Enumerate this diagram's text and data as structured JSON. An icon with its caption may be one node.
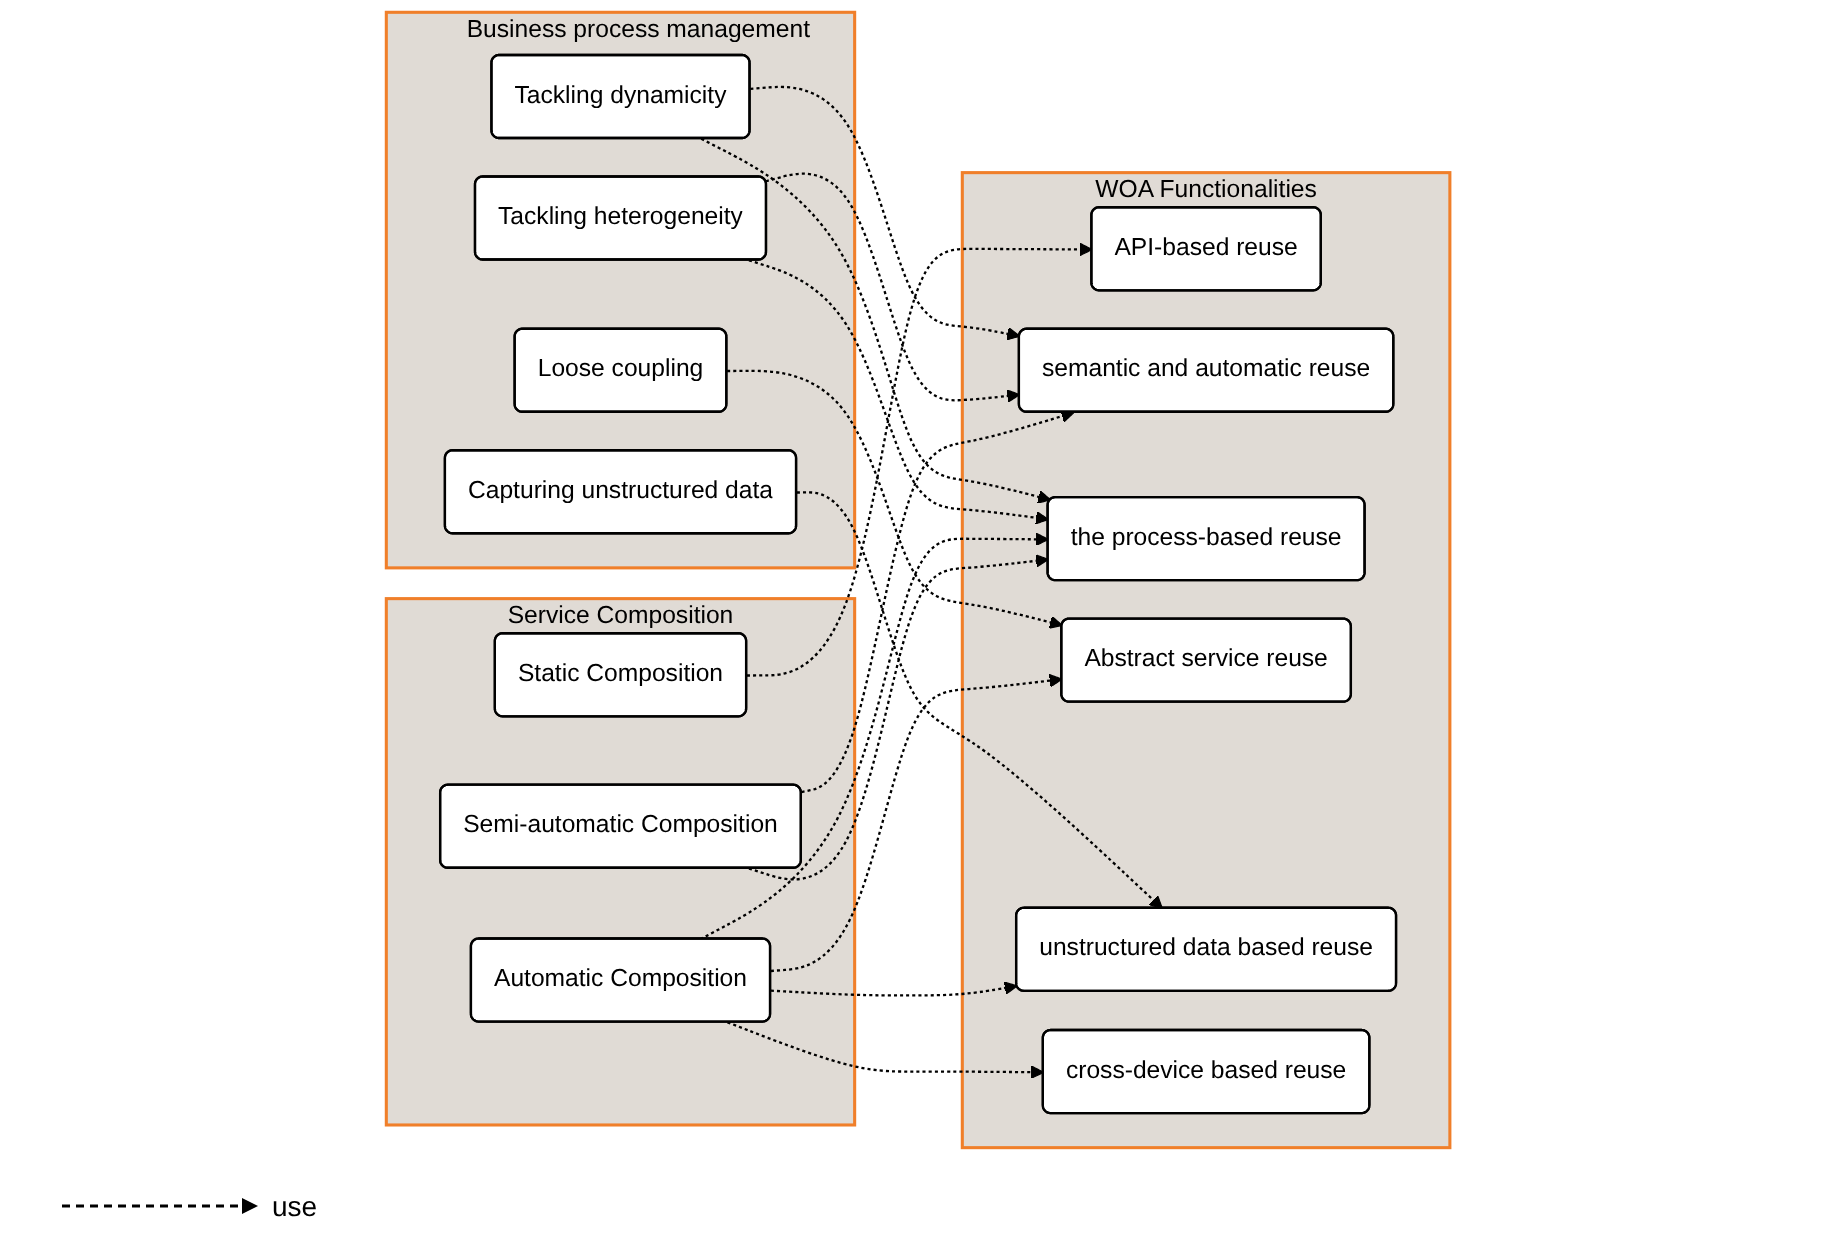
{
  "diagram": {
    "nodes": [
      {
        "text": [
          "Service Composition"
        ]
      },
      {
        "text": [
          "Static Composition"
        ],
        "in": 0
      },
      {
        "text": [
          "Semi-automatic Composition"
        ],
        "in": 0
      },
      {
        "text": [
          "Automatic Composition"
        ],
        "in": 0
      },
      {
        "text": [
          "WOA Functionalities"
        ]
      },
      {
        "text": [
          "API-based reuse"
        ],
        "in": 4
      },
      {
        "text": [
          "semantic and automatic reuse"
        ],
        "in": 4
      },
      {
        "text": [
          "the process-based reuse"
        ],
        "in": 4
      },
      {
        "text": [
          "Abstract service reuse"
        ],
        "in": 4
      },
      {
        "text": [
          "unstructured data based reuse"
        ],
        "in": 4
      },
      {
        "text": [
          "cross-device based reuse"
        ],
        "in": 4
      },
      {
        "text": [
          "Business process management"
        ]
      },
      {
        "text": [
          "Tackling heterogeneity"
        ],
        "in": 11
      },
      {
        "text": [
          "Tackling dynamicity"
        ],
        "in": 11
      },
      {
        "text": [
          "Loose coupling"
        ],
        "in": 11
      },
      {
        "text": [
          "Capturing unstructured data"
        ],
        "in": 11
      }
    ],
    "edges": [
      {
        "from": 1,
        "to": 5,
        "arrow": "to",
        "style": "dashed"
      },
      {
        "from": 2,
        "to": 6,
        "arrow": "to",
        "style": "dashed"
      },
      {
        "from": 2,
        "to": 7,
        "arrow": "to",
        "style": "dashed"
      },
      {
        "from": 3,
        "to": 7,
        "arrow": "to",
        "style": "dashed"
      },
      {
        "from": 3,
        "to": 8,
        "arrow": "to",
        "style": "dashed"
      },
      {
        "from": 3,
        "to": 9,
        "arrow": "to",
        "style": "dashed"
      },
      {
        "from": 3,
        "to": 10,
        "arrow": "to",
        "style": "dashed"
      },
      {
        "from": 12,
        "to": 6,
        "arrow": "to",
        "style": "dashed"
      },
      {
        "from": 12,
        "to": 7,
        "arrow": "to",
        "style": "dashed"
      },
      {
        "from": 13,
        "to": 6,
        "arrow": "to",
        "style": "dashed"
      },
      {
        "from": 13,
        "to": 7,
        "arrow": "to",
        "style": "dashed"
      },
      {
        "from": 14,
        "to": 8,
        "arrow": "to",
        "style": "dashed"
      },
      {
        "from": 15,
        "to": 9,
        "arrow": "to",
        "style": "dashed"
      }
    ],
    "legend": [
      {
        "text": "use"
      }
    ]
  }
}
